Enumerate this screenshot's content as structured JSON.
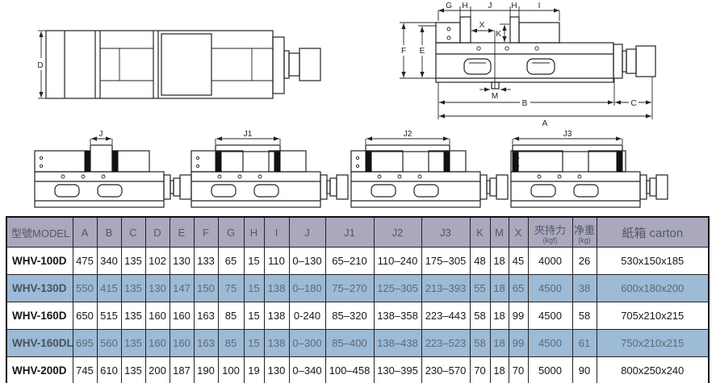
{
  "colors": {
    "header_bg": "#a9a8bd",
    "header_text": "#565666",
    "highlight_row_bg": "#9dbad6",
    "highlight_row_text": "#5c6a76",
    "line_color": "#222222",
    "border": "#111111"
  },
  "top_view": {
    "dims": [
      "D"
    ]
  },
  "side_view": {
    "top_dims": [
      "G",
      "H",
      "J",
      "H",
      "I"
    ],
    "left_dims": [
      "F",
      "E"
    ],
    "inner_dims": [
      "X",
      "K"
    ],
    "bottom_dims": [
      "M",
      "B",
      "C",
      "A"
    ]
  },
  "clamping_diagrams": [
    {
      "label": "J"
    },
    {
      "label": "J1"
    },
    {
      "label": "J2"
    },
    {
      "label": "J3"
    }
  ],
  "table": {
    "model_header": "型號MODEL",
    "dim_headers": [
      "A",
      "B",
      "C",
      "D",
      "E",
      "F",
      "G",
      "H",
      "I",
      "J",
      "J1",
      "J2",
      "J3",
      "K",
      "M",
      "X"
    ],
    "clamp_header": {
      "label": "夾持力",
      "unit": "(kgf)"
    },
    "weight_header": {
      "label": "净重",
      "unit": "(kg)"
    },
    "carton_header": "紙箱 carton",
    "rows": [
      {
        "model": "WHV-100D",
        "highlight": false,
        "values": [
          "475",
          "340",
          "135",
          "102",
          "130",
          "133",
          "65",
          "15",
          "110",
          "0–130",
          "65–210",
          "110–240",
          "175–305",
          "48",
          "18",
          "45",
          "4000",
          "26",
          "530x150x185"
        ]
      },
      {
        "model": "WHV-130D",
        "highlight": true,
        "values": [
          "550",
          "415",
          "135",
          "130",
          "147",
          "150",
          "75",
          "15",
          "138",
          "0–180",
          "75–270",
          "125–305",
          "213–393",
          "55",
          "18",
          "65",
          "4500",
          "38",
          "600x180x200"
        ]
      },
      {
        "model": "WHV-160D",
        "highlight": false,
        "values": [
          "650",
          "515",
          "135",
          "160",
          "160",
          "163",
          "85",
          "15",
          "138",
          "0-240",
          "85–320",
          "138–358",
          "223–443",
          "58",
          "18",
          "99",
          "4500",
          "58",
          "705x210x215"
        ]
      },
      {
        "model": "WHV-160DL",
        "highlight": true,
        "values": [
          "695",
          "560",
          "135",
          "160",
          "160",
          "163",
          "85",
          "15",
          "138",
          "0–300",
          "85–400",
          "138–438",
          "223–523",
          "58",
          "18",
          "99",
          "4500",
          "61",
          "750x210x215"
        ]
      },
      {
        "model": "WHV-200D",
        "highlight": false,
        "values": [
          "745",
          "610",
          "135",
          "200",
          "187",
          "190",
          "100",
          "19",
          "130",
          "0–340",
          "100–458",
          "130–395",
          "230–570",
          "70",
          "18",
          "70",
          "5000",
          "90",
          "800x250x240"
        ]
      }
    ]
  }
}
